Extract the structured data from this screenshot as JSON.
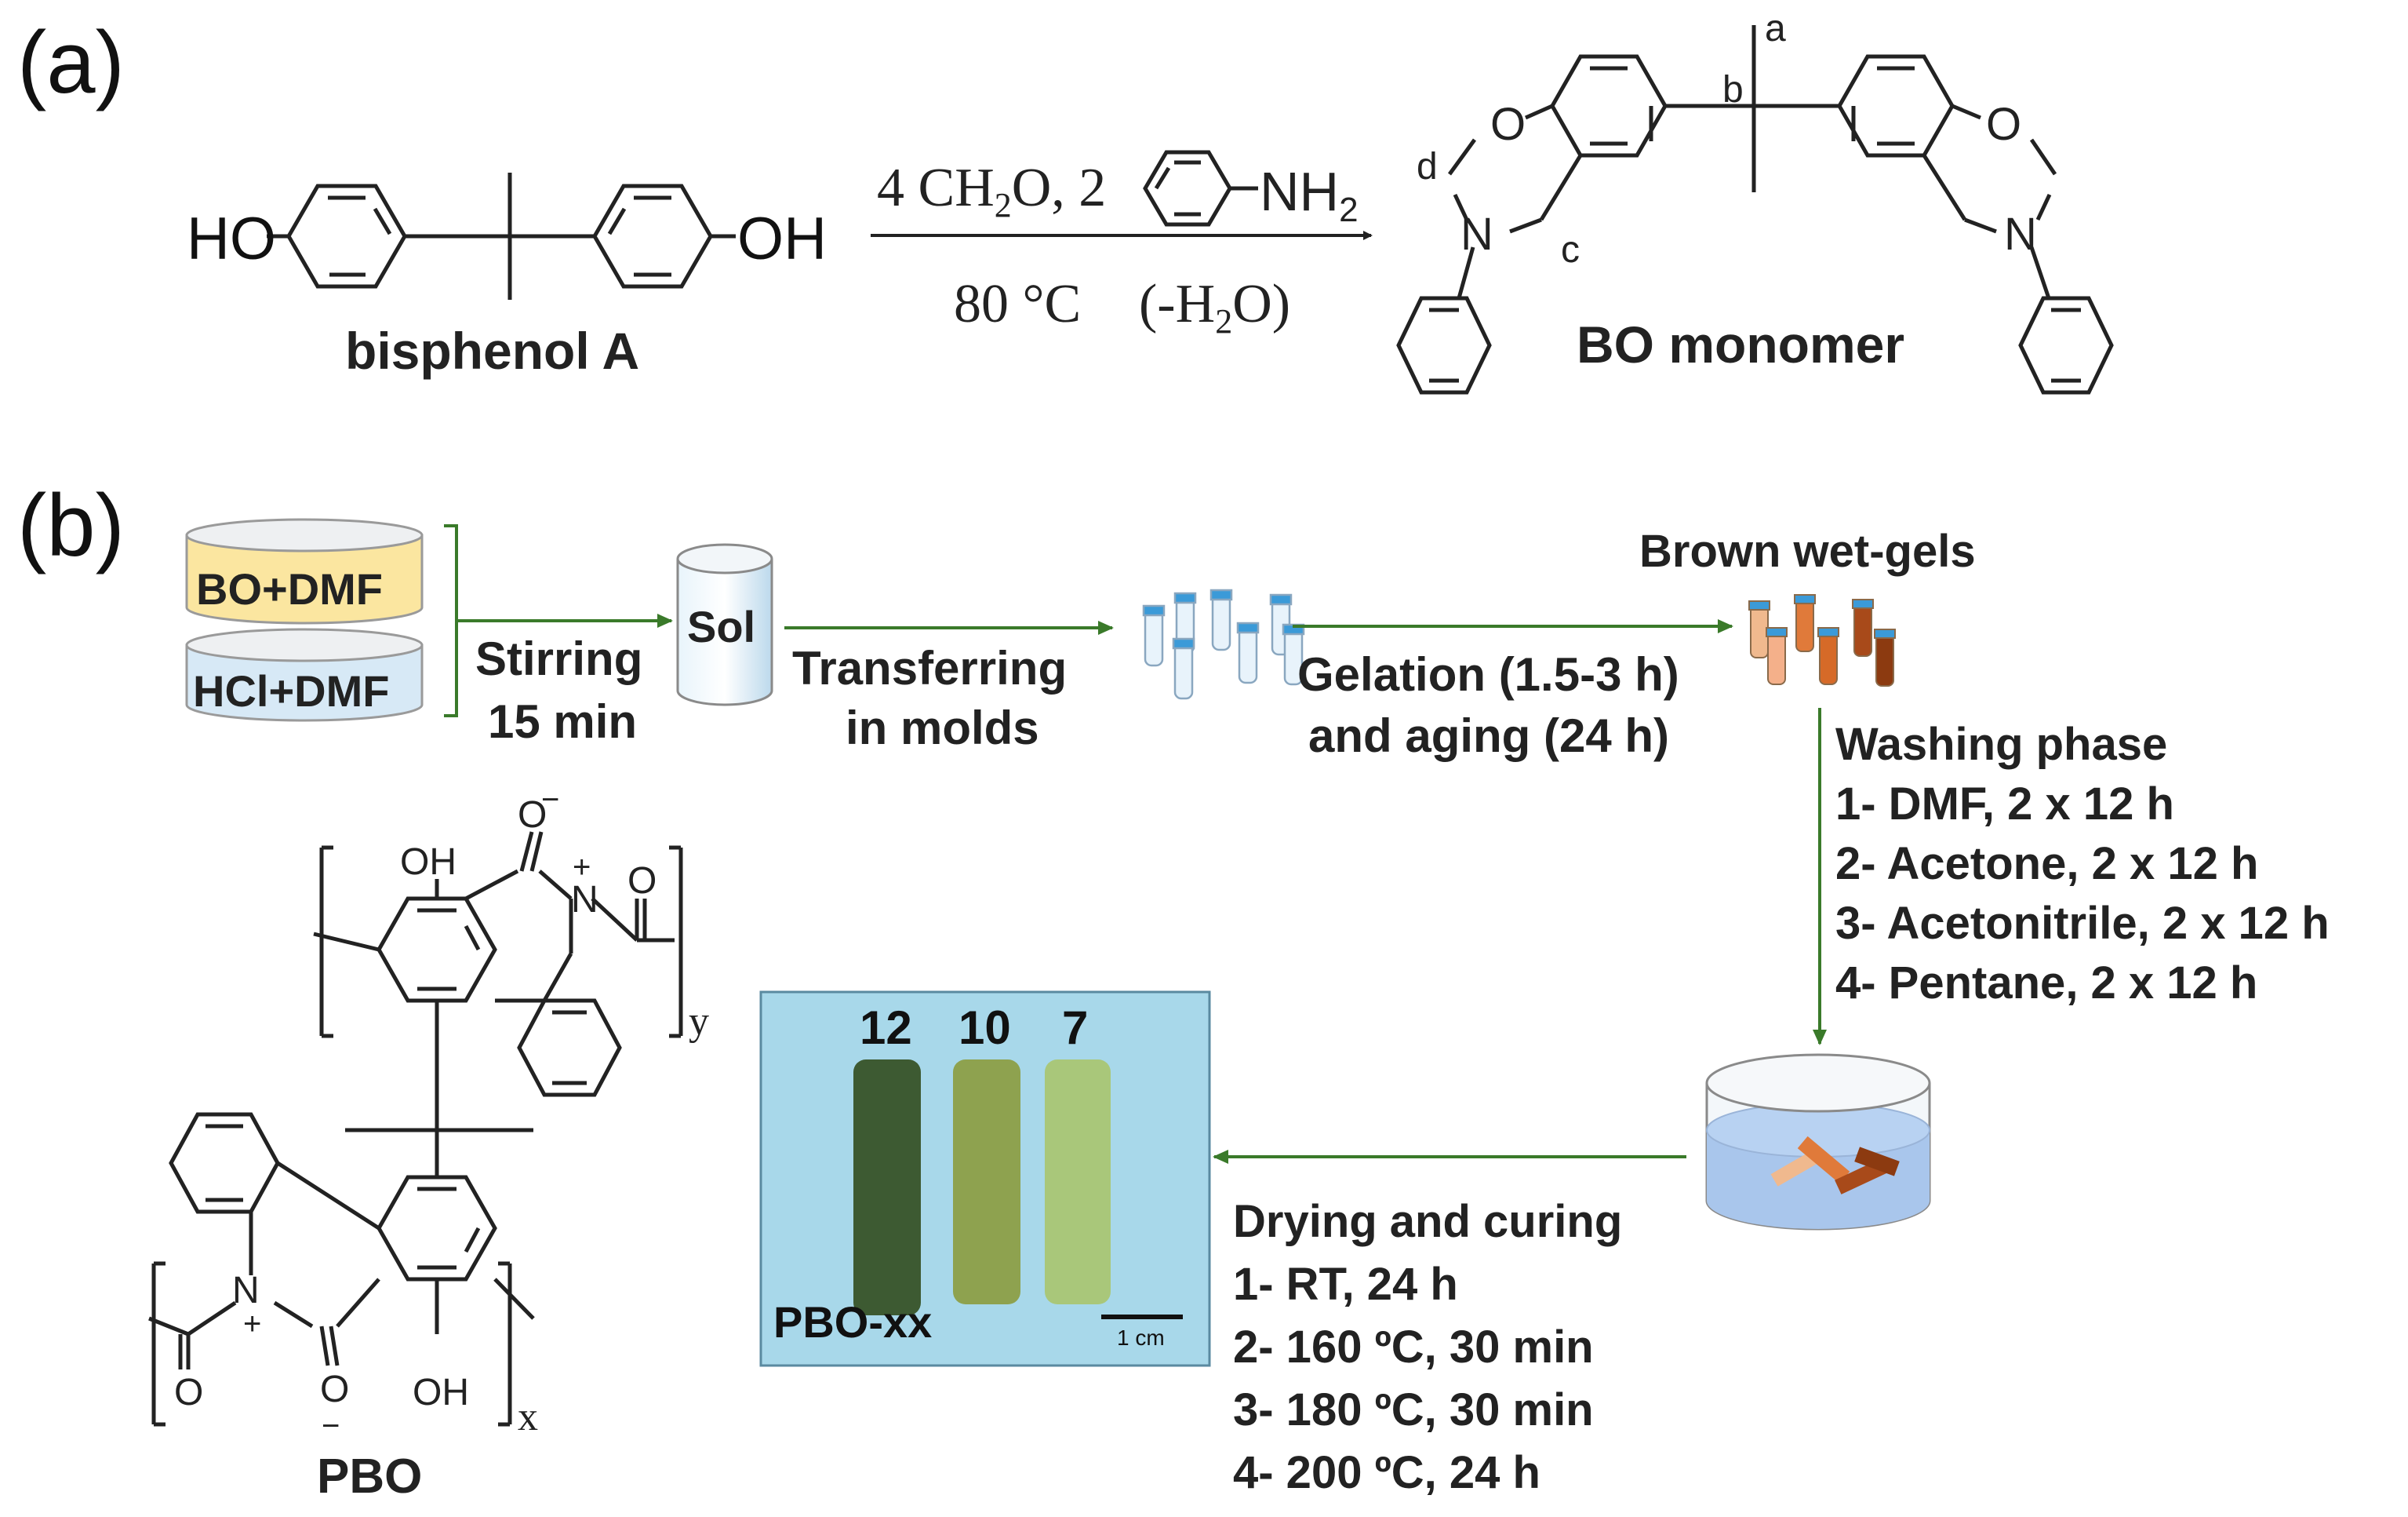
{
  "panel_a": {
    "label": "(a)",
    "reactant_name": "bisphenol A",
    "reactant_ho_left": "HO",
    "reactant_oh_right": "OH",
    "reagents_prefix": "4 CH",
    "reagents_sub2": "2",
    "reagents_mid": "O, 2",
    "reagents_nh": "NH",
    "conditions_temp": "80 °C",
    "conditions_water_prefix": "(-H",
    "conditions_water_suffix": "O)",
    "product_name": "BO monomer",
    "atom_o": "O",
    "atom_n": "N",
    "label_a": "a",
    "label_b": "b",
    "label_c": "c",
    "label_d": "d"
  },
  "panel_b": {
    "label": "(b)",
    "dish1": "BO+DMF",
    "dish2": "HCl+DMF",
    "stirring": [
      "Stirring",
      "15 min"
    ],
    "sol": "Sol",
    "transferring": [
      "Transferring",
      "in molds"
    ],
    "gelation": [
      "Gelation (1.5-3 h)",
      "and aging (24 h)"
    ],
    "wetgels": "Brown wet-gels",
    "washing_title": "Washing phase",
    "washing_steps": [
      "1- DMF, 2 x 12 h",
      "2- Acetone, 2 x 12 h",
      "3- Acetonitrile, 2 x 12 h",
      "4- Pentane, 2 x 12 h"
    ],
    "drying_title": "Drying and curing",
    "drying_steps": [
      "1- RT, 24 h",
      "2- 160 ºC, 30 min",
      "3- 180 ºC, 30 min",
      "4- 200 ºC, 24 h"
    ],
    "photo_numbers": [
      "12",
      "10",
      "7"
    ],
    "photo_label": "PBO-xx",
    "scale_label": "1 cm",
    "pbo_name": "PBO",
    "pbo_oh": "OH",
    "pbo_o": "O",
    "pbo_n": "N",
    "pbo_plus": "+",
    "pbo_minus": "−",
    "pbo_sub_y": "y",
    "pbo_sub_x": "x"
  },
  "colors": {
    "arrow_green": "#3a7a2a",
    "photo_bg": "#a8d8ea",
    "rod_dark": "#3d5a32",
    "rod_mid": "#8ea24f",
    "rod_light": "#a9c77a",
    "dish_yellow": "#fbe6a0",
    "dish_blue": "#d7e9f6"
  }
}
